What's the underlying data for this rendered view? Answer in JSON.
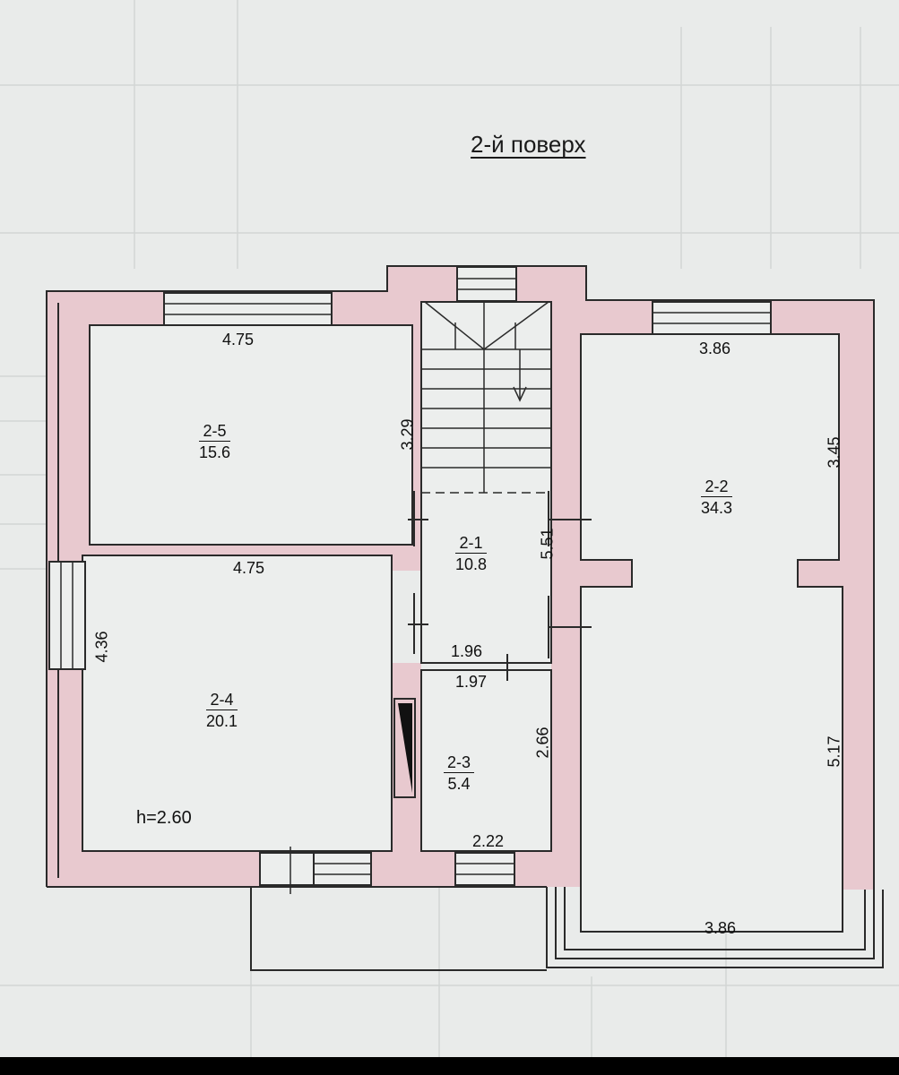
{
  "floor_title": "2-й поверх",
  "rooms": {
    "r2_1": {
      "id": "2-1",
      "area": "10.8"
    },
    "r2_2": {
      "id": "2-2",
      "area": "34.3"
    },
    "r2_3": {
      "id": "2-3",
      "area": "5.4"
    },
    "r2_4": {
      "id": "2-4",
      "area": "20.1"
    },
    "r2_5": {
      "id": "2-5",
      "area": "15.6"
    }
  },
  "dimensions": {
    "d1": "4.75",
    "d2": "3.29",
    "d3": "4.75",
    "d4": "4.36",
    "d5": "5.51",
    "d6": "1.96",
    "d7": "1.97",
    "d8": "2.66",
    "d9": "2.22",
    "d10": "3.86",
    "d11": "3.45",
    "d12": "5.17",
    "d13": "3.86"
  },
  "ceiling_height": "h=2.60",
  "colors": {
    "wall_fill": "#e8c9cf",
    "wall_line": "#2a2a2a",
    "paper": "#e9ebea"
  }
}
